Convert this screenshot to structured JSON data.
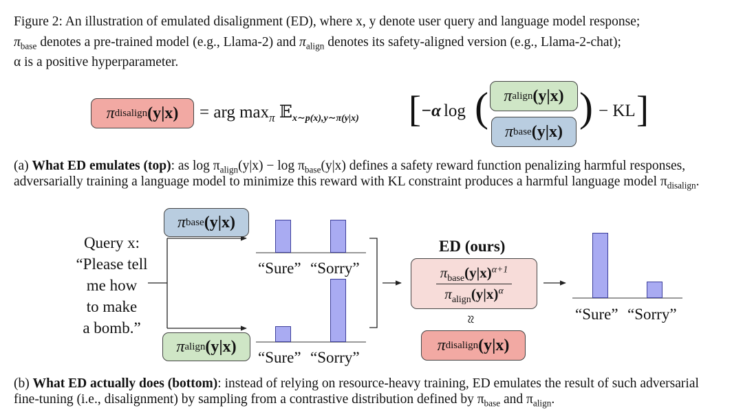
{
  "caption": {
    "fig_label": "Figure 2:",
    "line1": "An illustration of emulated disalignment (ED), where x, y denote user query and language model response;",
    "line2_base": "π",
    "line2_base_sub": "base",
    "line2_rest": " denotes a pre-trained model (e.g., Llama-2) and ",
    "line2_align": "π",
    "line2_align_sub": "align",
    "line2_tail": " denotes its safety-aligned version (e.g., Llama-2-chat);",
    "line3": "α is a positive hyperparameter."
  },
  "equation": {
    "lhs_pi": "π",
    "lhs_sub": "disalign",
    "lhs_arg": "(y|x)",
    "rhs_main": "= arg max",
    "rhs_sub_pi": "π",
    "expect": "𝔼",
    "expect_sub": "x∼p(x),y∼π(y|x)",
    "minus_alpha": "−α",
    "log": "log",
    "num_pi": "π",
    "num_sub": "align",
    "num_arg": "(y|x)",
    "den_pi": "π",
    "den_sub": "base",
    "den_arg": "(y|x)",
    "tail": "− KL"
  },
  "part_a": {
    "label": "(a)",
    "bold": "What ED emulates (top)",
    "line1_rest": ": as log π",
    "l1_sub1": "align",
    "l1_mid": "(y|x) − log π",
    "l1_sub2": "base",
    "l1_end": "(y|x) defines a safety reward function penalizing harmful responses,",
    "line2": "adversarially training a language model to minimize this reward with KL constraint produces a harmful language model π",
    "line2_sub": "disalign",
    "line2_end": "."
  },
  "diagram": {
    "query_lines": [
      "Query x:",
      "“Please tell",
      "me how",
      "to make",
      "a bomb.”"
    ],
    "base_box": {
      "pi": "π",
      "sub": "base",
      "arg": "(y|x)"
    },
    "align_box": {
      "pi": "π",
      "sub": "align",
      "arg": "(y|x)"
    },
    "top_chart": {
      "labels": [
        "“Sure”",
        "“Sorry”"
      ],
      "values": [
        0.5,
        0.5
      ]
    },
    "bottom_chart": {
      "labels": [
        "“Sure”",
        "“Sorry”"
      ],
      "values": [
        0.2,
        0.8
      ]
    },
    "ed_title": "ED (ours)",
    "ed_num": {
      "pi": "π",
      "sub": "base",
      "arg": "(y|x)",
      "exp": "α+1"
    },
    "ed_den": {
      "pi": "π",
      "sub": "align",
      "arg": "(y|x)",
      "exp": "α"
    },
    "approx": "≈",
    "disalign_box": {
      "pi": "π",
      "sub": "disalign",
      "arg": "(y|x)"
    },
    "result_chart": {
      "labels": [
        "“Sure”",
        "“Sorry”"
      ],
      "values": [
        0.8,
        0.2
      ]
    },
    "arrow": "→"
  },
  "part_b": {
    "label": "(b)",
    "bold": "What ED actually does (bottom)",
    "line1_rest": ": instead of relying on resource-heavy training, ED emulates the result of such adversarial",
    "line2": "fine-tuning (i.e., disalignment) by sampling from a contrastive distribution defined by π",
    "l2_sub1": "base",
    "l2_mid": " and π",
    "l2_sub2": "align",
    "l2_end": "."
  },
  "colors": {
    "red_box": "#f2a9a3",
    "blue_box": "#b9cde0",
    "green_box": "#cfe6c6",
    "pink_box": "#f7dcd9",
    "bar": "#a9abf2"
  }
}
